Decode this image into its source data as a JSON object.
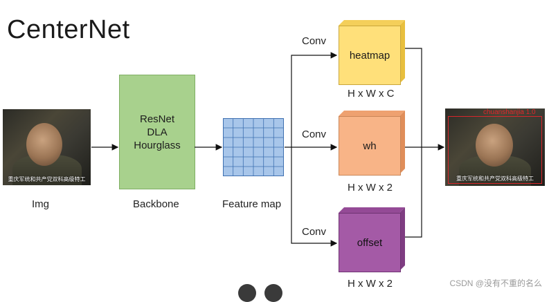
{
  "title": "CenterNet",
  "input": {
    "caption": "Img",
    "subtitle": "重庆军统和共产党双科高级特工"
  },
  "backbone": {
    "lines": [
      "ResNet",
      "DLA",
      "Hourglass"
    ],
    "caption": "Backbone",
    "color": "#a8d18d"
  },
  "feature_map": {
    "caption": "Feature map",
    "color": "#a8c6ea"
  },
  "heads": [
    {
      "conv": "Conv",
      "name": "heatmap",
      "dims": "H x W x C",
      "color": "#ffe07a"
    },
    {
      "conv": "Conv",
      "name": "wh",
      "dims": "H x W x 2",
      "color": "#f8b487"
    },
    {
      "conv": "Conv",
      "name": "offset",
      "dims": "H x W x 2",
      "color": "#a45aa6"
    }
  ],
  "output": {
    "detection_label": "chuanshanjia 1.0",
    "subtitle": "重庆军统和共产党双科高级特工"
  },
  "watermark": "CSDN @没有不重的名么"
}
